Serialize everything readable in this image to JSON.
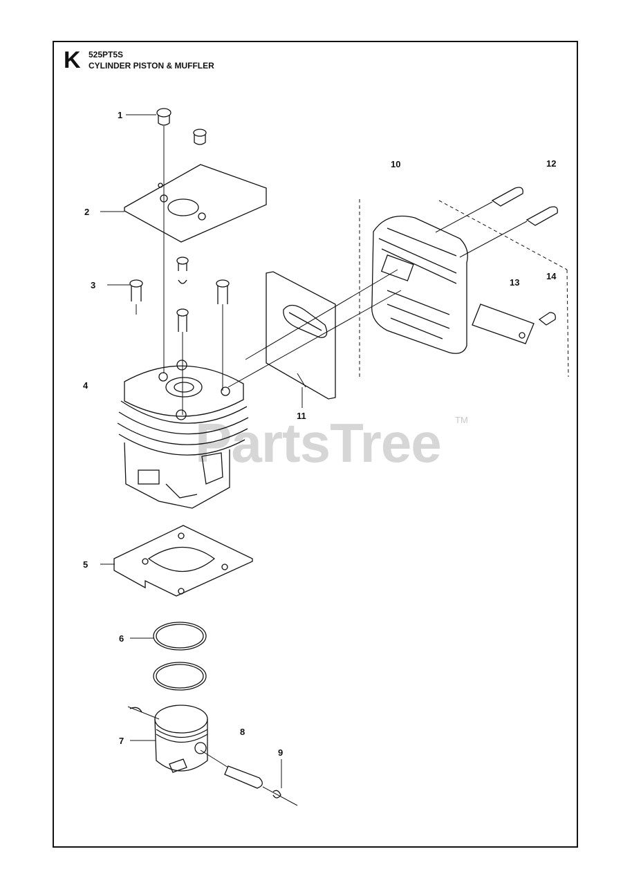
{
  "header": {
    "section_letter": "K",
    "model": "525PT5S",
    "title": "CYLINDER PISTON & MUFFLER"
  },
  "callouts": [
    "1",
    "2",
    "3",
    "4",
    "5",
    "6",
    "7",
    "8",
    "9",
    "10",
    "11",
    "12",
    "13",
    "14"
  ],
  "watermark": {
    "text": "PartsTree",
    "tm": "TM"
  }
}
